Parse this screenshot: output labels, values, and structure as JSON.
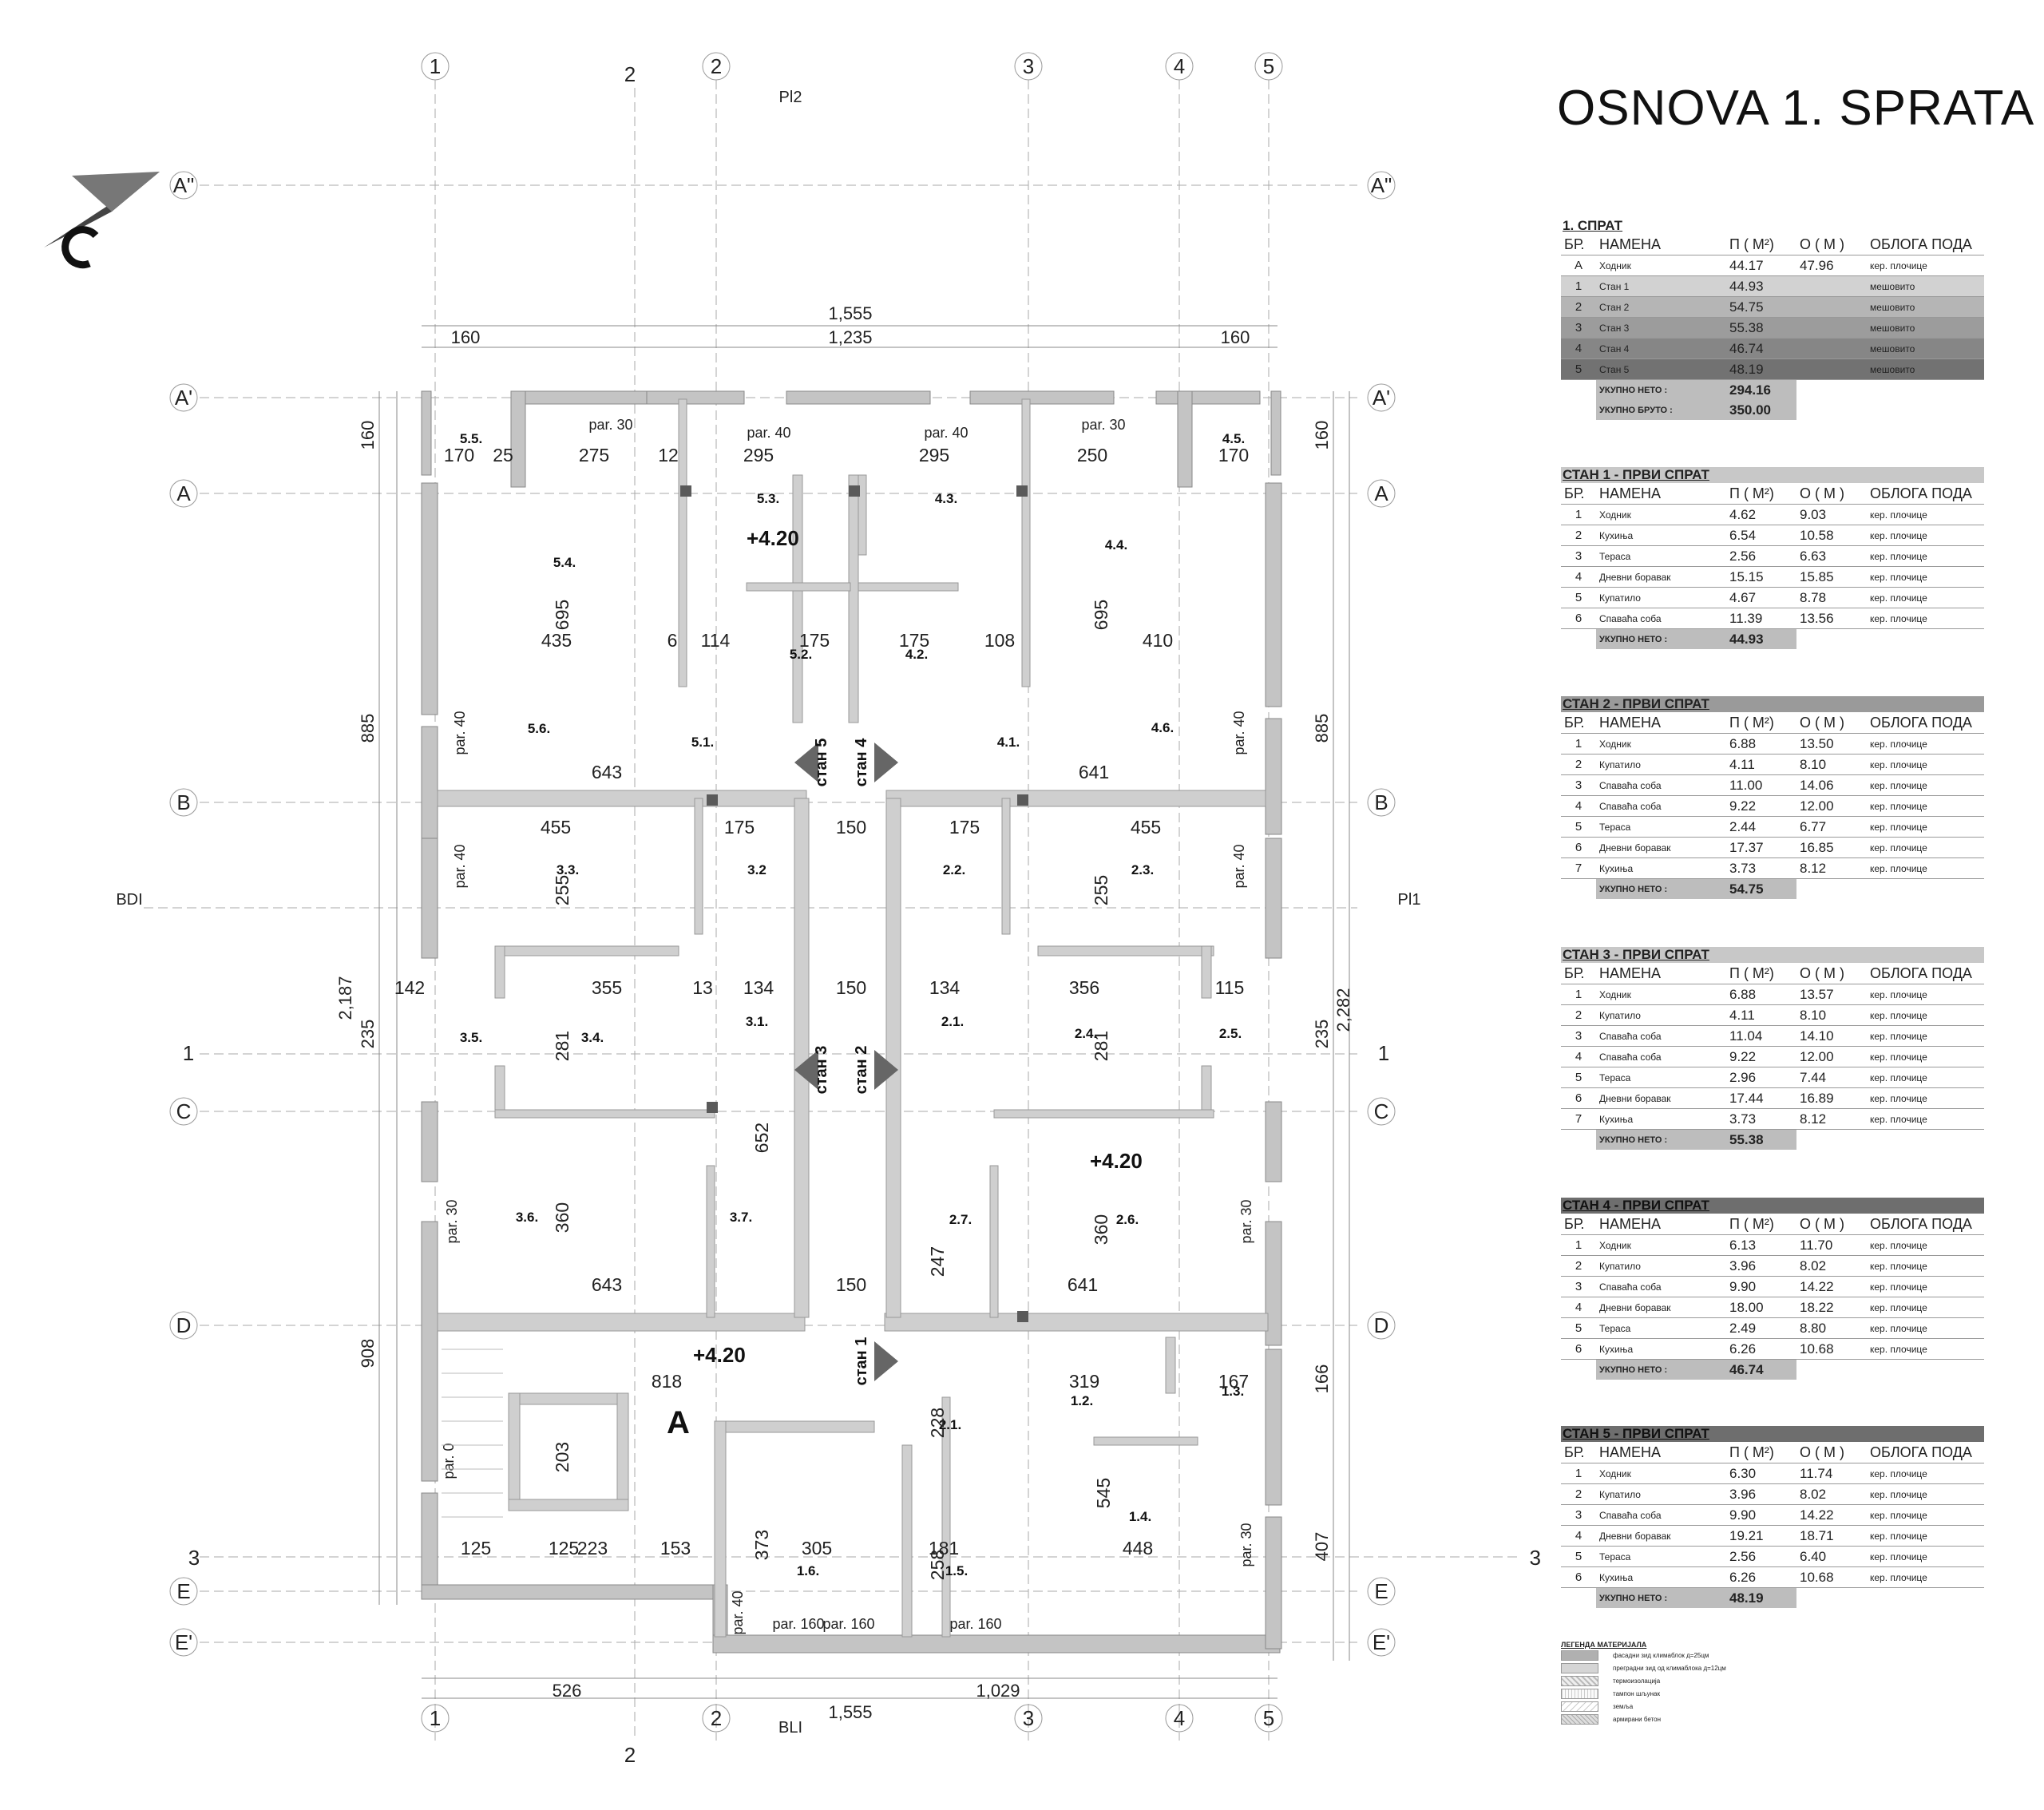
{
  "title": "OSNOVA 1. SPRATA",
  "plan": {
    "grid_top": [
      "1",
      "2",
      "3",
      "4",
      "5"
    ],
    "grid_bottom": [
      "1",
      "2",
      "3",
      "4",
      "5"
    ],
    "grid_left": [
      "A\"",
      "A'",
      "A",
      "B",
      "C",
      "D",
      "E",
      "E'"
    ],
    "grid_right": [
      "A\"",
      "A'",
      "A",
      "B",
      "C",
      "D",
      "E",
      "E'"
    ],
    "aux_2_top": "2",
    "aux_2_bottom": "2",
    "aux_1_left": "1",
    "aux_1_right": "1",
    "aux_3_left": "3",
    "aux_3_right": "3",
    "pl2": "Pl2",
    "pl1": "Pl1",
    "bdi": "BDI",
    "bli": "BLI",
    "top_dims": [
      "1,555",
      "160",
      "1,235",
      "160"
    ],
    "bottom_dims": [
      "526",
      "1,029",
      "1,555"
    ],
    "left_dims": [
      "160",
      "885",
      "2,187",
      "235",
      "908"
    ],
    "right_dims": [
      "160",
      "885",
      "2,282",
      "235",
      "166",
      "407"
    ],
    "elevations": [
      "+4.20",
      "+4.20",
      "+4.20"
    ],
    "hall_label": "A",
    "stairs": [
      "стан 5",
      "стан 4",
      "стан 3",
      "стан 2",
      "стан 1"
    ],
    "room_labels": [
      "5.5.",
      "5.3.",
      "4.3.",
      "4.5.",
      "5.4.",
      "4.4.",
      "5.2.",
      "4.2.",
      "5.1.",
      "4.1.",
      "5.6.",
      "4.6.",
      "3.3.",
      "3.2",
      "2.2.",
      "2.3.",
      "3.5.",
      "3.4.",
      "3.1.",
      "2.1.",
      "2.4.",
      "2.5.",
      "3.6.",
      "3.7.",
      "2.7.",
      "2.6.",
      "1.2.",
      "1.3.",
      "2.1.",
      "1.4.",
      "1.6.",
      "1.5."
    ],
    "inner_dims": [
      "275",
      "295",
      "295",
      "250",
      "170",
      "170",
      "25",
      "12",
      "435",
      "6",
      "114",
      "175",
      "175",
      "108",
      "410",
      "643",
      "641",
      "455",
      "175",
      "150",
      "175",
      "455",
      "355",
      "13",
      "134",
      "150",
      "134",
      "356",
      "115",
      "142",
      "643",
      "150",
      "641",
      "818",
      "319",
      "167",
      "305",
      "181",
      "448",
      "125",
      "125",
      "223",
      "153",
      "203",
      "545",
      "373",
      "228",
      "258",
      "281",
      "281",
      "360",
      "360",
      "652",
      "695",
      "695",
      "255",
      "255",
      "247"
    ],
    "openings": [
      "par. 30",
      "par. 40",
      "par. 40",
      "par. 30",
      "par. 40",
      "par. 40",
      "par. 40",
      "par. 40",
      "par. 30",
      "par. 30",
      "par. 0",
      "par. 30",
      "par. 40",
      "par. 160",
      "par. 160",
      "par. 160"
    ]
  },
  "summary": {
    "caption": "1. СПРАТ",
    "headers": [
      "БР.",
      "НАМЕНА",
      "П ( М²)",
      "О ( М )",
      "ОБЛОГА ПОДА"
    ],
    "rows": [
      [
        "А",
        "Ходник",
        "44.17",
        "47.96",
        "кер. плочице"
      ],
      [
        "1",
        "Стан 1",
        "44.93",
        "",
        "мешовито"
      ],
      [
        "2",
        "Стан 2",
        "54.75",
        "",
        "мешовито"
      ],
      [
        "3",
        "Стан 3",
        "55.38",
        "",
        "мешовито"
      ],
      [
        "4",
        "Стан 4",
        "46.74",
        "",
        "мешовито"
      ],
      [
        "5",
        "Стан 5",
        "48.19",
        "",
        "мешовито"
      ]
    ],
    "net_label": "УКУПНО НЕТО :",
    "net_value": "294.16",
    "gross_label": "УКУПНО БРУТО :",
    "gross_value": "350.00"
  },
  "apartments": [
    {
      "caption": "СТАН 1 - ПРВИ СПРАТ",
      "rows": [
        [
          "1",
          "Ходник",
          "4.62",
          "9.03",
          "кер. плочице"
        ],
        [
          "2",
          "Кухиња",
          "6.54",
          "10.58",
          "кер. плочице"
        ],
        [
          "3",
          "Тераса",
          "2.56",
          "6.63",
          "кер. плочице"
        ],
        [
          "4",
          "Дневни боравак",
          "15.15",
          "15.85",
          "кер. плочице"
        ],
        [
          "5",
          "Купатило",
          "4.67",
          "8.78",
          "кер. плочице"
        ],
        [
          "6",
          "Спаваћа соба",
          "11.39",
          "13.56",
          "кер. плочице"
        ]
      ],
      "total_label": "УКУПНО НЕТО :",
      "total": "44.93"
    },
    {
      "caption": "СТАН 2 - ПРВИ СПРАТ",
      "rows": [
        [
          "1",
          "Ходник",
          "6.88",
          "13.50",
          "кер. плочице"
        ],
        [
          "2",
          "Купатило",
          "4.11",
          "8.10",
          "кер. плочице"
        ],
        [
          "3",
          "Спаваћа соба",
          "11.00",
          "14.06",
          "кер. плочице"
        ],
        [
          "4",
          "Спаваћа соба",
          "9.22",
          "12.00",
          "кер. плочице"
        ],
        [
          "5",
          "Тераса",
          "2.44",
          "6.77",
          "кер. плочице"
        ],
        [
          "6",
          "Дневни боравак",
          "17.37",
          "16.85",
          "кер. плочице"
        ],
        [
          "7",
          "Кухиња",
          "3.73",
          "8.12",
          "кер. плочице"
        ]
      ],
      "total_label": "УКУПНО НЕТО :",
      "total": "54.75"
    },
    {
      "caption": "СТАН 3 - ПРВИ СПРАТ",
      "rows": [
        [
          "1",
          "Ходник",
          "6.88",
          "13.57",
          "кер. плочице"
        ],
        [
          "2",
          "Купатило",
          "4.11",
          "8.10",
          "кер. плочице"
        ],
        [
          "3",
          "Спаваћа соба",
          "11.04",
          "14.10",
          "кер. плочице"
        ],
        [
          "4",
          "Спаваћа соба",
          "9.22",
          "12.00",
          "кер. плочице"
        ],
        [
          "5",
          "Тераса",
          "2.96",
          "7.44",
          "кер. плочице"
        ],
        [
          "6",
          "Дневни боравак",
          "17.44",
          "16.89",
          "кер. плочице"
        ],
        [
          "7",
          "Кухиња",
          "3.73",
          "8.12",
          "кер. плочице"
        ]
      ],
      "total_label": "УКУПНО НЕТО :",
      "total": "55.38"
    },
    {
      "caption": "СТАН 4 - ПРВИ СПРАТ",
      "rows": [
        [
          "1",
          "Ходник",
          "6.13",
          "11.70",
          "кер. плочице"
        ],
        [
          "2",
          "Купатило",
          "3.96",
          "8.02",
          "кер. плочице"
        ],
        [
          "3",
          "Спаваћа соба",
          "9.90",
          "14.22",
          "кер. плочице"
        ],
        [
          "4",
          "Дневни боравак",
          "18.00",
          "18.22",
          "кер. плочице"
        ],
        [
          "5",
          "Тераса",
          "2.49",
          "8.80",
          "кер. плочице"
        ],
        [
          "6",
          "Кухиња",
          "6.26",
          "10.68",
          "кер. плочице"
        ]
      ],
      "total_label": "УКУПНО НЕТО :",
      "total": "46.74"
    },
    {
      "caption": "СТАН 5 - ПРВИ СПРАТ",
      "rows": [
        [
          "1",
          "Ходник",
          "6.30",
          "11.74",
          "кер. плочице"
        ],
        [
          "2",
          "Купатило",
          "3.96",
          "8.02",
          "кер. плочице"
        ],
        [
          "3",
          "Спаваћа соба",
          "9.90",
          "14.22",
          "кер. плочице"
        ],
        [
          "4",
          "Дневни боравак",
          "19.21",
          "18.71",
          "кер. плочице"
        ],
        [
          "5",
          "Тераса",
          "2.56",
          "6.40",
          "кер. плочице"
        ],
        [
          "6",
          "Кухиња",
          "6.26",
          "10.68",
          "кер. плочице"
        ]
      ],
      "total_label": "УКУПНО НЕТО :",
      "total": "48.19"
    }
  ],
  "legend": {
    "title": "ЛЕГЕНДА МАТЕРИЈАЛА",
    "items": [
      "фасадни зид климаблок д=25цм",
      "преградни зид од климаблока д=12цм",
      "термоизолација",
      "тампон шљунак",
      "земља",
      "армирани бетон"
    ]
  },
  "colors": {
    "wall": "#c4c4c4",
    "wall_dark": "#5a5a5a",
    "grid_line": "#9a9a9a"
  }
}
